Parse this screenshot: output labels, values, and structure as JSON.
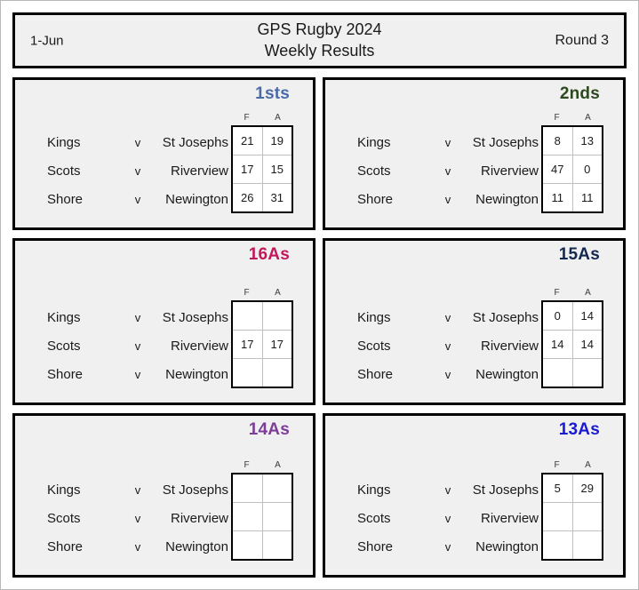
{
  "header": {
    "date": "1-Jun",
    "title": "GPS Rugby 2024",
    "subtitle": "Weekly Results",
    "round": "Round 3"
  },
  "score_columns": {
    "for": "F",
    "against": "A"
  },
  "fixtures": [
    {
      "home": "Kings",
      "vs": "v",
      "away": "St Josephs"
    },
    {
      "home": "Scots",
      "vs": "v",
      "away": "Riverview"
    },
    {
      "home": "Shore",
      "vs": "v",
      "away": "Newington"
    }
  ],
  "panels": [
    {
      "grade": "1sts",
      "color": "#4a6ba8",
      "rows": [
        {
          "home": "Kings",
          "vs": "v",
          "away": "St Josephs",
          "f": "21",
          "a": "19"
        },
        {
          "home": "Scots",
          "vs": "v",
          "away": "Riverview",
          "f": "17",
          "a": "15"
        },
        {
          "home": "Shore",
          "vs": "v",
          "away": "Newington",
          "f": "26",
          "a": "31"
        }
      ]
    },
    {
      "grade": "2nds",
      "color": "#2d4a1e",
      "rows": [
        {
          "home": "Kings",
          "vs": "v",
          "away": "St Josephs",
          "f": "8",
          "a": "13"
        },
        {
          "home": "Scots",
          "vs": "v",
          "away": "Riverview",
          "f": "47",
          "a": "0"
        },
        {
          "home": "Shore",
          "vs": "v",
          "away": "Newington",
          "f": "11",
          "a": "11"
        }
      ]
    },
    {
      "grade": "16As",
      "color": "#c2185b",
      "rows": [
        {
          "home": "Kings",
          "vs": "v",
          "away": "St Josephs",
          "f": "",
          "a": ""
        },
        {
          "home": "Scots",
          "vs": "v",
          "away": "Riverview",
          "f": "17",
          "a": "17"
        },
        {
          "home": "Shore",
          "vs": "v",
          "away": "Newington",
          "f": "",
          "a": ""
        }
      ]
    },
    {
      "grade": "15As",
      "color": "#14274e",
      "rows": [
        {
          "home": "Kings",
          "vs": "v",
          "away": "St Josephs",
          "f": "0",
          "a": "14"
        },
        {
          "home": "Scots",
          "vs": "v",
          "away": "Riverview",
          "f": "14",
          "a": "14"
        },
        {
          "home": "Shore",
          "vs": "v",
          "away": "Newington",
          "f": "",
          "a": ""
        }
      ]
    },
    {
      "grade": "14As",
      "color": "#7d3c98",
      "rows": [
        {
          "home": "Kings",
          "vs": "v",
          "away": "St Josephs",
          "f": "",
          "a": ""
        },
        {
          "home": "Scots",
          "vs": "v",
          "away": "Riverview",
          "f": "",
          "a": ""
        },
        {
          "home": "Shore",
          "vs": "v",
          "away": "Newington",
          "f": "",
          "a": ""
        }
      ]
    },
    {
      "grade": "13As",
      "color": "#1a1ad0",
      "rows": [
        {
          "home": "Kings",
          "vs": "v",
          "away": "St Josephs",
          "f": "5",
          "a": "29"
        },
        {
          "home": "Scots",
          "vs": "v",
          "away": "Riverview",
          "f": "",
          "a": ""
        },
        {
          "home": "Shore",
          "vs": "v",
          "away": "Newington",
          "f": "",
          "a": ""
        }
      ]
    }
  ]
}
